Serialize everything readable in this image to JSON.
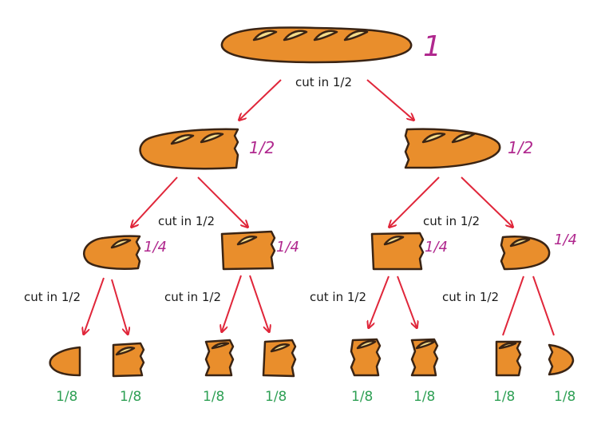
{
  "colors": {
    "arrow": "#e0263a",
    "bread_crust": "#e98e2c",
    "bread_outline": "#3a2414",
    "bread_score": "#f4dc8a",
    "fraction_magenta": "#b0288e",
    "fraction_green": "#2fa055"
  },
  "levels": {
    "whole": {
      "label": "1"
    },
    "halves": {
      "labels": [
        "1/2",
        "1/2"
      ]
    },
    "quarters": {
      "labels": [
        "1/4",
        "1/4",
        "1/4",
        "1/4"
      ]
    },
    "eighths": {
      "labels": [
        "1/8",
        "1/8",
        "1/8",
        "1/8",
        "1/8",
        "1/8",
        "1/8",
        "1/8"
      ]
    }
  },
  "cut_labels": [
    "cut in 1/2",
    "cut in 1/2",
    "cut in 1/2",
    "cut in 1/2",
    "cut in 1/2",
    "cut in 1/2",
    "cut in 1/2"
  ]
}
